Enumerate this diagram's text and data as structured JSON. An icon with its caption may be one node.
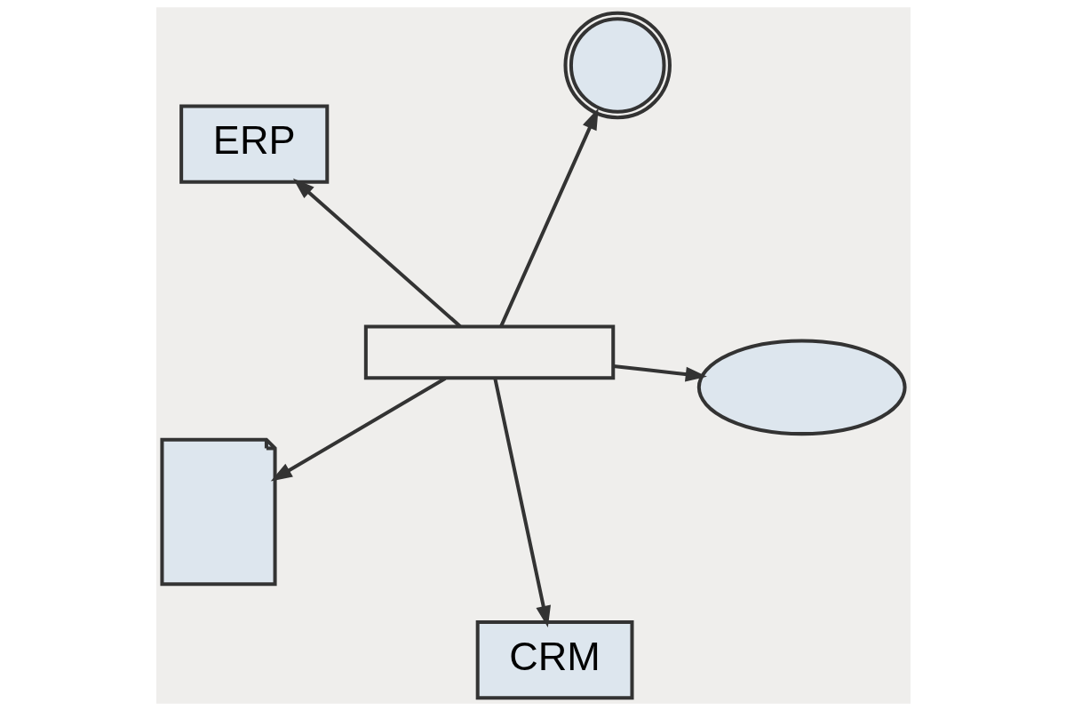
{
  "diagram": {
    "nodes": [
      {
        "text": [
          "ERP"
        ]
      },
      {
        "text": [],
        "shape": "cloud"
      },
      {
        "text": [
          "CRM"
        ]
      },
      {
        "text": [],
        "shape": "box"
      },
      {
        "text": [],
        "shape": "picture"
      },
      {
        "text": [],
        "shape": "picture"
      }
    ],
    "edges": [
      {
        "from": 3,
        "to": 0,
        "arrow": "to"
      },
      {
        "from": 3,
        "to": 1,
        "arrow": "to"
      },
      {
        "from": 3,
        "to": 2,
        "arrow": "to"
      },
      {
        "from": 3,
        "to": 4,
        "arrow": "to"
      },
      {
        "from": 3,
        "to": 5,
        "arrow": "to"
      }
    ]
  }
}
